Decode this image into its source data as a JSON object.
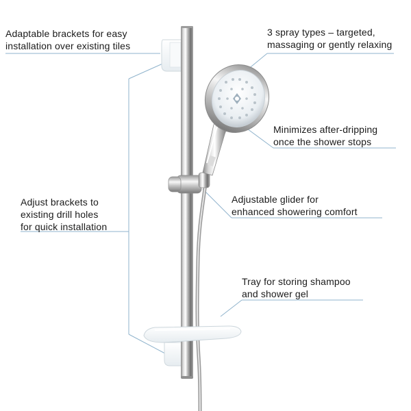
{
  "features": {
    "brackets": {
      "lines": [
        "Adaptable brackets for easy",
        "installation over existing tiles"
      ]
    },
    "spray": {
      "lines": [
        "3 spray types – targeted,",
        "massaging or gently relaxing"
      ]
    },
    "drip": {
      "lines": [
        "Minimizes after-dripping",
        "once the shower stops"
      ]
    },
    "adjust": {
      "lines": [
        "Adjust brackets to",
        "existing drill holes",
        "for quick installation"
      ]
    },
    "glider": {
      "lines": [
        "Adjustable glider for",
        "enhanced showering comfort"
      ]
    },
    "tray": {
      "lines": [
        "Tray for storing shampoo",
        "and shower gel"
      ]
    }
  },
  "colors": {
    "callout_line": "#8fb3cc",
    "text": "#1a1a1a",
    "chrome_dark": "#7d7d7d",
    "chrome_light": "#f4f4f4"
  }
}
